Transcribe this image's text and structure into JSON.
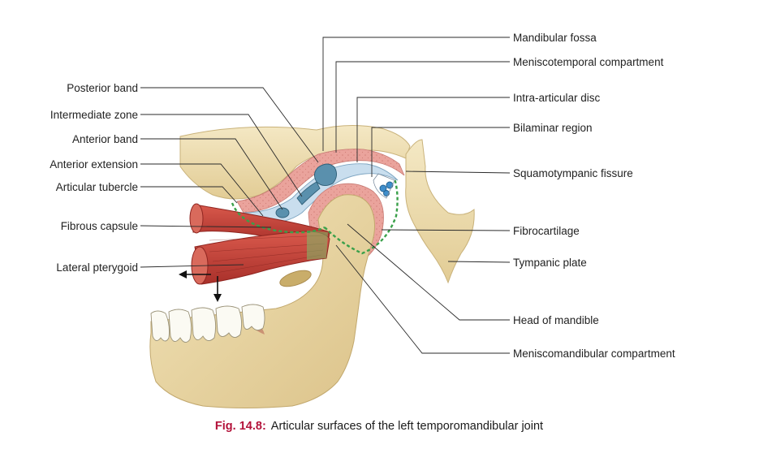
{
  "labels": {
    "mandibular_fossa": "Mandibular fossa",
    "meniscotemporal": "Meniscotemporal compartment",
    "intra_articular_disc": "Intra-articular disc",
    "bilaminar_region": "Bilaminar region",
    "squamotympanic_fissure": "Squamotympanic fissure",
    "fibrocartilage": "Fibrocartilage",
    "tympanic_plate": "Tympanic plate",
    "head_of_mandible": "Head of mandible",
    "meniscomandibular": "Meniscomandibular compartment",
    "posterior_band": "Posterior band",
    "intermediate_zone": "Intermediate zone",
    "anterior_band": "Anterior band",
    "anterior_extension": "Anterior extension",
    "articular_tubercle": "Articular tubercle",
    "fibrous_capsule": "Fibrous capsule",
    "lateral_pterygoid": "Lateral pterygoid"
  },
  "caption": {
    "number": "Fig. 14.8:",
    "text": "Articular surfaces of the left temporomandibular joint"
  },
  "colors": {
    "bone": "#ecdcae",
    "bone_shade": "#d9c28a",
    "cartilage": "#e99a94",
    "disc": "#c8dced",
    "muscle": "#c8463c",
    "band": "#5a90ad",
    "capsule": "#3aa04a",
    "caption_number": "#b3123a"
  }
}
